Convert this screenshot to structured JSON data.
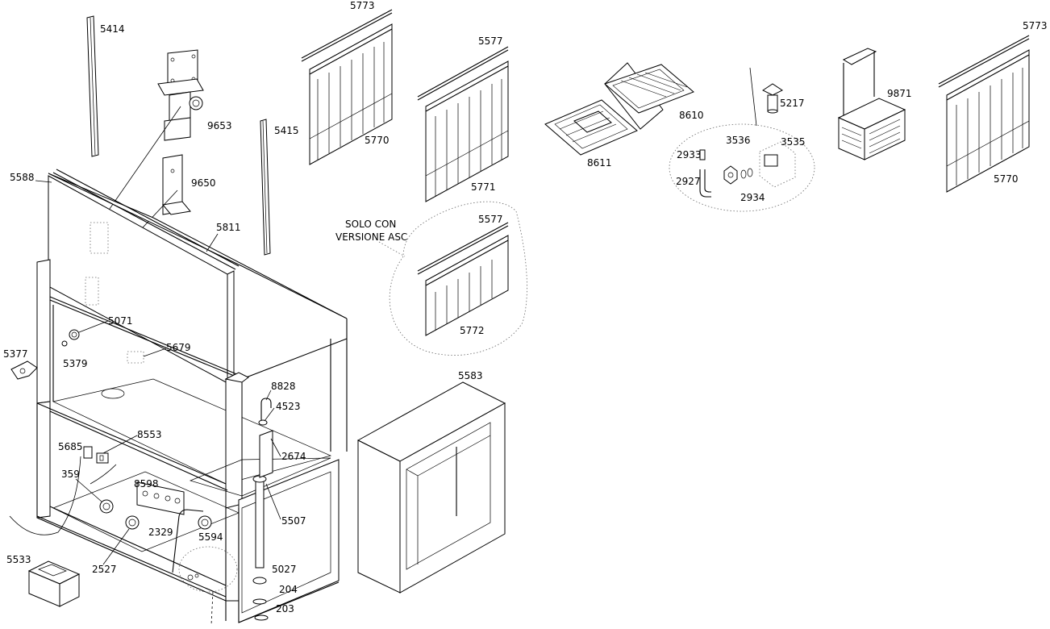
{
  "note": {
    "line1": "SOLO CON",
    "line2": "VERSIONE ASC"
  },
  "labels": {
    "p5414": "5414",
    "p9653": "9653",
    "p9650": "9650",
    "p5588": "5588",
    "p5811": "5811",
    "p5415": "5415",
    "p5773a": "5773",
    "p5770a": "5770",
    "p5577a": "5577",
    "p5771": "5771",
    "p5577b": "5577",
    "p5772": "5772",
    "p8610": "8610",
    "p8611": "8611",
    "p5217": "5217",
    "p2933": "2933",
    "p3536": "3536",
    "p3535": "3535",
    "p2927": "2927",
    "p2934": "2934",
    "p9871": "9871",
    "p5773b": "5773",
    "p5770b": "5770",
    "p5071": "5071",
    "p5379": "5379",
    "p5377": "5377",
    "p5679": "5679",
    "p8828": "8828",
    "p4523": "4523",
    "p2674": "2674",
    "p8553": "8553",
    "p5685": "5685",
    "p359": "359",
    "p8598": "8598",
    "p2329": "2329",
    "p5594": "5594",
    "p5507": "5507",
    "p2527": "2527",
    "p5533": "5533",
    "p5027": "5027",
    "p204": "204",
    "p203": "203",
    "p5583": "5583"
  }
}
